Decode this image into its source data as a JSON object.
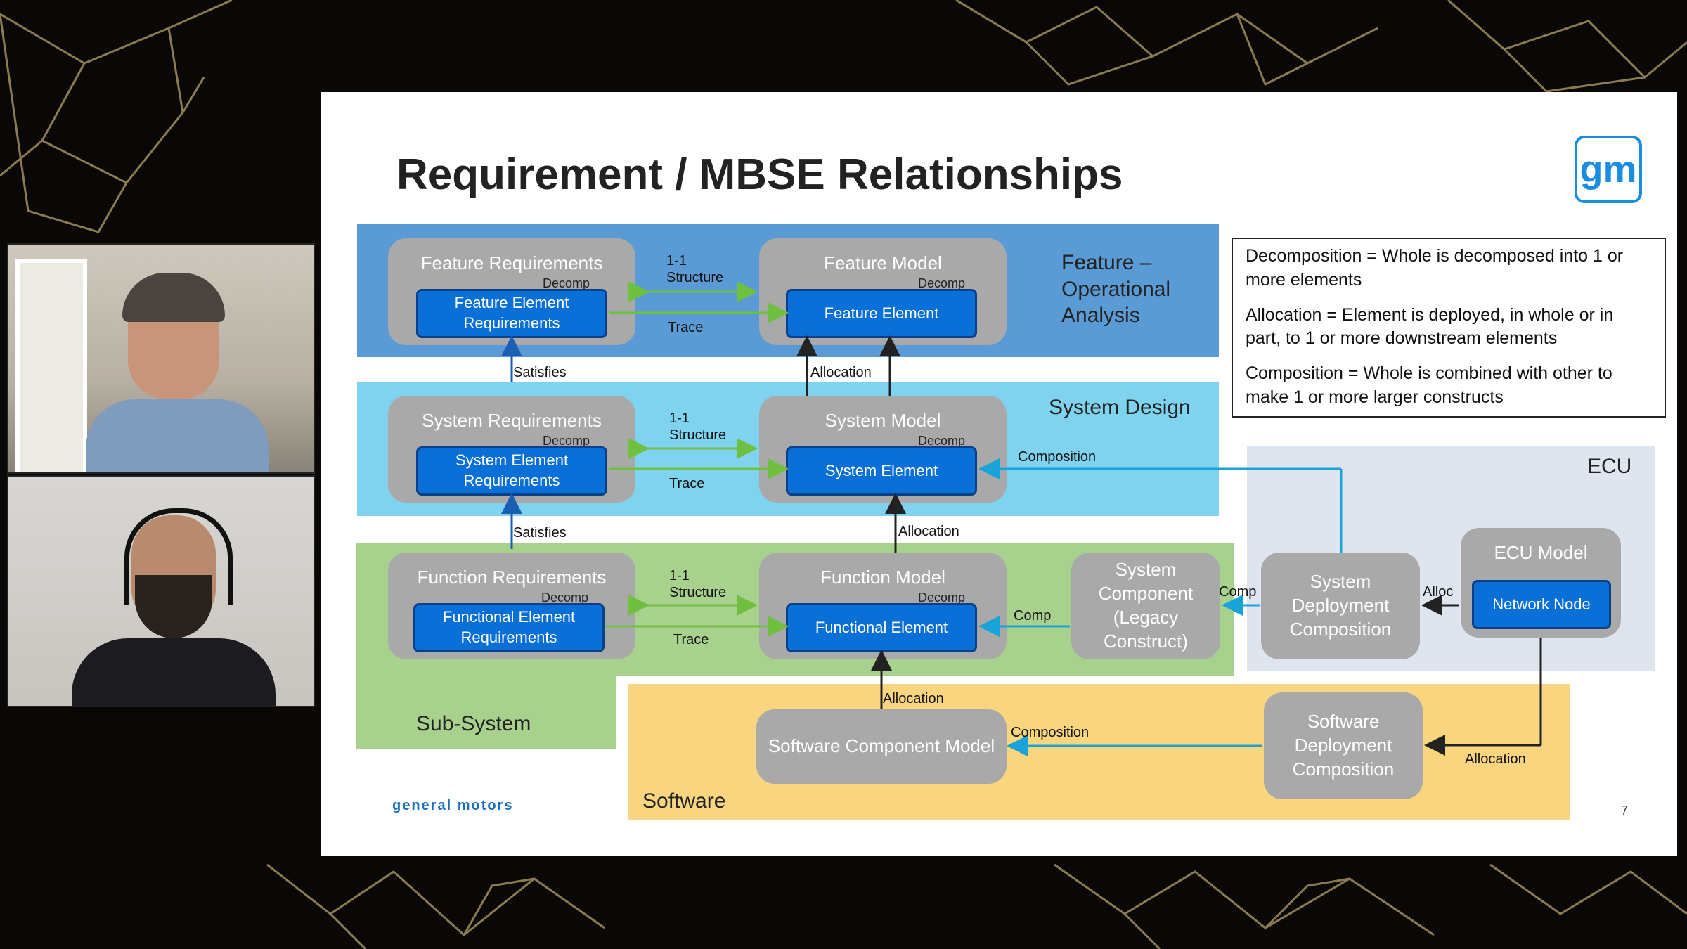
{
  "slide": {
    "title": "Requirement / MBSE Relationships",
    "logo_text": "gm",
    "footer_brand": "general motors",
    "page_number": "7"
  },
  "participants": [
    {
      "name": "",
      "camera": "participant-1-camera"
    },
    {
      "name": "",
      "camera": "participant-2-camera"
    }
  ],
  "legend": [
    "Decomposition = Whole is decomposed into 1 or more elements",
    "Allocation = Element is deployed, in whole or in part, to 1 or more downstream elements",
    "Composition = Whole is combined with other to make 1 or more larger constructs"
  ],
  "bands": {
    "feature": "Feature – Operational Analysis",
    "system": "System Design",
    "subsystem": "Sub-System",
    "software": "Software",
    "ecu": "ECU"
  },
  "boxes": {
    "feature_req": {
      "title": "Feature Requirements",
      "decomp": "Decomp",
      "inner": "Feature Element Requirements"
    },
    "feature_model": {
      "title": "Feature Model",
      "decomp": "Decomp",
      "inner": "Feature Element"
    },
    "system_req": {
      "title": "System Requirements",
      "decomp": "Decomp",
      "inner": "System Element Requirements"
    },
    "system_model": {
      "title": "System Model",
      "decomp": "Decomp",
      "inner": "System Element"
    },
    "function_req": {
      "title": "Function Requirements",
      "decomp": "Decomp",
      "inner": "Functional Element Requirements"
    },
    "function_model": {
      "title": "Function Model",
      "decomp": "Decomp",
      "inner": "Functional Element"
    },
    "system_component": "System Component (Legacy Construct)",
    "system_deployment": "System Deployment Composition",
    "ecu_model": {
      "title": "ECU Model",
      "inner": "Network Node"
    },
    "software_component": "Software Component Model",
    "software_deployment": "Software Deployment Composition"
  },
  "links": {
    "structure": "1-1 Structure",
    "trace": "Trace",
    "satisfies": "Satisfies",
    "allocation": "Allocation",
    "composition": "Composition",
    "comp": "Comp",
    "alloc": "Alloc"
  },
  "colors": {
    "feature_band": "#5b9bd5",
    "system_band": "#7fd3ef",
    "subsystem_band": "#a9d18e",
    "software_band": "#f8d57e",
    "ecu_band": "#dfe5ef",
    "inner_box": "#0a6fd6",
    "gray_box": "#a9a9a9",
    "trace_arrow": "#70c040",
    "composition_arrow": "#1aa3d8"
  }
}
